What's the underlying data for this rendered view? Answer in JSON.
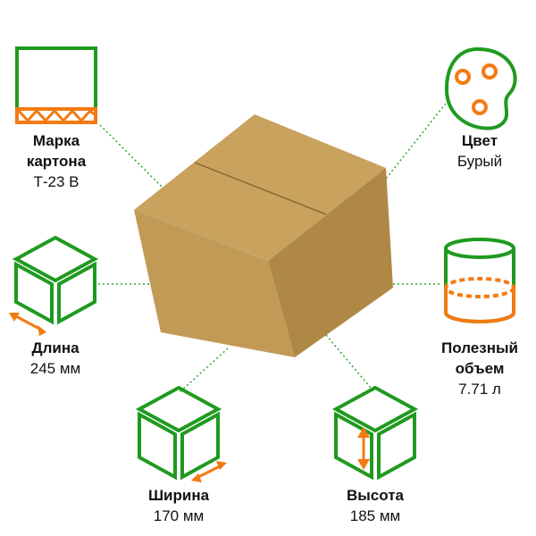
{
  "colors": {
    "green": "#1f9a1f",
    "orange": "#f47a12",
    "box_top": "#c9a25e",
    "box_front": "#c09a55",
    "box_side": "#b48c48"
  },
  "specs": [
    {
      "id": "grade",
      "title": [
        "Марка",
        "картона"
      ],
      "value": "Т-23 В",
      "icon": "corrugated-board-icon"
    },
    {
      "id": "color",
      "title": [
        "Цвет"
      ],
      "value": "Бурый",
      "icon": "palette-icon"
    },
    {
      "id": "length",
      "title": [
        "Длина"
      ],
      "value": "245 мм",
      "icon": "cube-length-icon"
    },
    {
      "id": "volume",
      "title": [
        "Полезный",
        "объем"
      ],
      "value": "7.71 л",
      "icon": "cylinder-volume-icon"
    },
    {
      "id": "width",
      "title": [
        "Ширина"
      ],
      "value": "170 мм",
      "icon": "cube-width-icon"
    },
    {
      "id": "height",
      "title": [
        "Высота"
      ],
      "value": "185 мм",
      "icon": "cube-height-icon"
    }
  ]
}
